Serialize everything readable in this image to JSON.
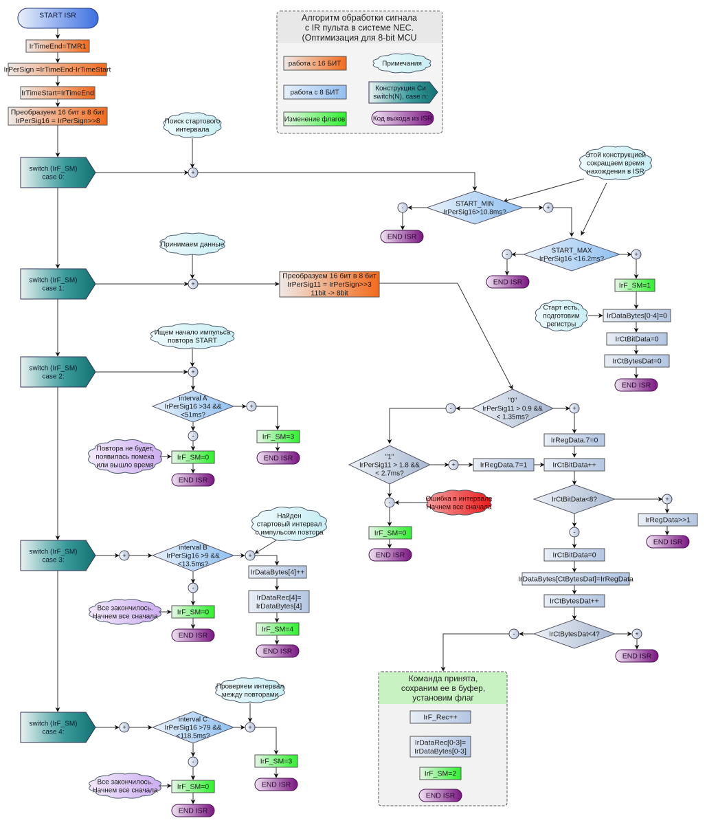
{
  "legend": {
    "title_lines": [
      "Алгоритм обработки сигнала",
      "с IR пульта в системе NEC.",
      "(Оптимизация для 8-bit MCU"
    ],
    "items": [
      {
        "kind": "op16",
        "label": "работа с 16 БИТ"
      },
      {
        "kind": "note",
        "label": "Примечания"
      },
      {
        "kind": "op8",
        "label": "работа с 8 БИТ"
      },
      {
        "kind": "switch",
        "label_lines": [
          "Конструкция Си",
          "switch(N), case n:"
        ]
      },
      {
        "kind": "flag",
        "label": "Изменение флагов"
      },
      {
        "kind": "end",
        "label": "Код выхода из ISR"
      }
    ]
  },
  "colors": {
    "op16": "#f26b1d",
    "op8": "#a9c6ee",
    "flag": "#3cf03c",
    "switch": "#1a7a7a",
    "end": "#7a1a80",
    "note": "#d6f3f7",
    "note_purple": "#d6b8f2",
    "note_red": "#ee2222",
    "decision": "#a8cdf2",
    "decision_gray": "#b7c6da",
    "start": "#3b6fe0",
    "command_header": "#c6f2c0"
  },
  "start": {
    "label": "START ISR"
  },
  "init": [
    {
      "label_lines": [
        "IrTimeEnd=TMR1"
      ]
    },
    {
      "label_lines": [
        "IrPerSign =IrTimeEnd-IrTimeStart"
      ]
    },
    {
      "label_lines": [
        "IrTimeStart=IrTimeEnd"
      ]
    },
    {
      "label_lines": [
        "Преобразуем 16 бит в 8 бит",
        "IrPerSig16 = IrPerSign>>8"
      ]
    }
  ],
  "cases": [
    {
      "label_lines": [
        "switch (IrF_SM)",
        "case 0:"
      ]
    },
    {
      "label_lines": [
        "switch (IrF_SM)",
        "case 1:"
      ]
    },
    {
      "label_lines": [
        "switch (IrF_SM)",
        "case 2:"
      ]
    },
    {
      "label_lines": [
        "switch (IrF_SM)",
        "case 3:"
      ]
    },
    {
      "label_lines": [
        "switch (IrF_SM)",
        "case 4:"
      ]
    }
  ],
  "notes": {
    "search_start": [
      "Поиск стартового",
      "интервала"
    ],
    "reduce_time": [
      "Этой конструкцией",
      "сокращаем время",
      "нахождения в ISR"
    ],
    "start_ok": [
      "Старт есть,",
      "подготовим",
      "регистры"
    ],
    "receive_data": [
      "Принимаем данные"
    ],
    "repeat_start": [
      "Ищем начало импульса",
      "повтора START"
    ],
    "no_repeat": [
      "Повтора не будет,",
      "появилась помеха",
      "или вышло время"
    ],
    "found_start": [
      "Найден",
      "стартовый интервал",
      "с импульсом повтора"
    ],
    "all_done_3": [
      "Все закончилось.",
      "Начнем все сначала"
    ],
    "check_interval": [
      "Проверяем интервал",
      "между повторами"
    ],
    "all_done_4": [
      "Все закончилось.",
      "Начнем все сначала"
    ],
    "interval_error": [
      "Ошибка в интервале",
      "Начнем все сначала"
    ]
  },
  "case0": {
    "start_min": [
      "START_MIN",
      "IrPerSig16>10.8ms?"
    ],
    "start_max": [
      "START_MAX",
      "IrPerSig16 <16.2ms?"
    ],
    "set_sm": "IrF_SM=1",
    "ops": [
      "IrDataBytes[0-4]=0",
      "IrCtBitData=0",
      "IrCtBytesDat=0"
    ]
  },
  "case1": {
    "convert": [
      "Преобразуем 16 бит в 8 бит",
      "IrPerSig11 = IrPerSign>>3",
      "11bit -> 8bit"
    ],
    "zero_check": [
      "\"0\"",
      "IrPerSig11  > 0.9 &&",
      "< 1.35ms?"
    ],
    "one_check": [
      "\"1\"",
      "IrPerSig11 > 1.8 &&",
      "< 2.7ms?"
    ],
    "reg7_0": "IrRegData.7=0",
    "reg7_1": "IrRegData.7=1",
    "ctbit_inc": "IrCtBitData++",
    "ctbit_check": "IrCtBitData<8?",
    "reg_shift": "IrRegData>>1",
    "ctbit_zero": "IrCtBitData=0",
    "store_byte": "IrDataBytes[CtBytesDat]=IrRegData",
    "ctbytes_inc": "IrCtBytesDat++",
    "ctbytes_check": "IrCtBytesDat<4?",
    "error_sm": "IrF_SM=0",
    "command": {
      "header": [
        "Команда принята,",
        "сохраним ее в буфер,",
        "установим флаг"
      ],
      "ops": [
        [
          "IrF_Rec++"
        ],
        [
          "IrDataRec[0-3]=",
          "IrDataBytes[0-3]"
        ]
      ],
      "set_sm": "IrF_SM=2"
    }
  },
  "case2": {
    "decision": [
      "interval A",
      "IrPerSig16 >34 &&",
      "<51ms?"
    ],
    "yes_sm": "IrF_SM=3",
    "no_sm": "IrF_SM=0"
  },
  "case3": {
    "decision": [
      "interval B",
      "IrPerSig16 >9 &&",
      "<13.5ms?"
    ],
    "ops": [
      [
        "IrDataBytes[4]++"
      ],
      [
        "IrDataRec[4]=",
        "IrDataBytes[4]"
      ]
    ],
    "yes_sm": "IrF_SM=4",
    "no_sm": "IrF_SM=0"
  },
  "case4": {
    "decision": [
      "interval C",
      "IrPerSig16 >79 &&",
      "<118.5ms?"
    ],
    "yes_sm": "IrF_SM=3",
    "no_sm": "IrF_SM=0"
  },
  "end_label": "END ISR",
  "plus": "+",
  "minus": "-"
}
